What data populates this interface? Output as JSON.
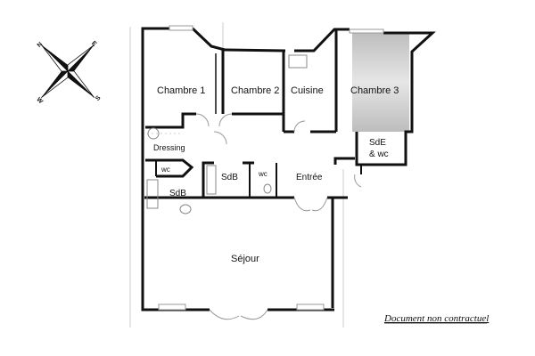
{
  "compass": {
    "north": "N",
    "east": "E",
    "south": "S",
    "west": "W"
  },
  "rooms": {
    "chambre1": "Chambre 1",
    "chambre2": "Chambre 2",
    "cuisine": "Cuisine",
    "chambre3": "Chambre 3",
    "dressing": "Dressing",
    "wc1": "wc",
    "sdb1": "SdB",
    "sdb2": "SdB",
    "wc2": "wc",
    "entree": "Entrée",
    "sde_line1": "SdE",
    "sde_line2": "& wc",
    "sejour": "Séjour"
  },
  "note": "Document non contractuel",
  "colors": {
    "wall": "#111111",
    "shade": "#c8c8c8"
  }
}
